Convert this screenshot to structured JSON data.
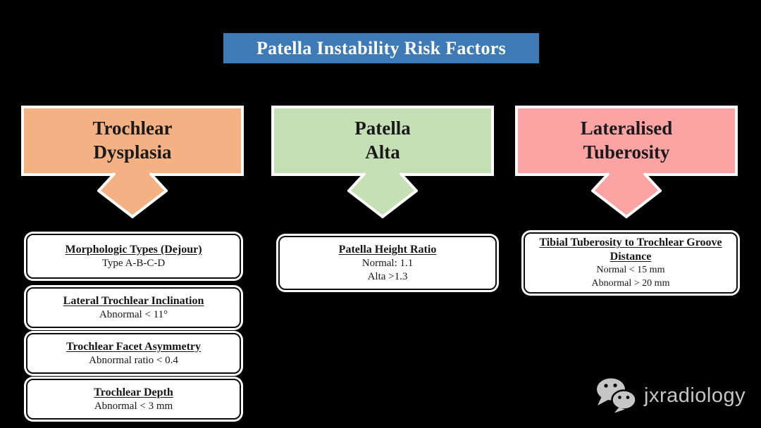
{
  "title": "Patella Instability Risk Factors",
  "colors": {
    "background": "#000000",
    "title_bg": "#3E7BB6",
    "trochlear_dysplasia": "#F4B183",
    "patella_alta": "#C5E0B4",
    "lateralised_tuberosity": "#FCA3A3",
    "watermark_gray": "#C6C6C6"
  },
  "columns": [
    {
      "header_lines": [
        "Trochlear",
        "Dysplasia"
      ],
      "color": "#F4B183",
      "items": [
        {
          "title": "Morphologic Types (Dejour)",
          "lines": [
            "Type A-B-C-D"
          ]
        },
        {
          "title": "Lateral Trochlear Inclination",
          "lines": [
            "Abnormal < 11°"
          ]
        },
        {
          "title": "Trochlear Facet Asymmetry",
          "lines": [
            "Abnormal ratio < 0.4"
          ]
        },
        {
          "title": "Trochlear Depth",
          "lines": [
            "Abnormal < 3 mm"
          ]
        }
      ]
    },
    {
      "header_lines": [
        "Patella",
        "Alta"
      ],
      "color": "#C5E0B4",
      "items": [
        {
          "title": "Patella Height Ratio",
          "lines": [
            "Normal: 1.1",
            "Alta >1.3"
          ]
        }
      ]
    },
    {
      "header_lines": [
        "Lateralised",
        "Tuberosity"
      ],
      "color": "#FCA3A3",
      "items": [
        {
          "title": "Tibial Tuberosity to Trochlear Groove Distance",
          "lines": [
            "Normal < 15 mm",
            "Abnormal > 20 mm"
          ]
        }
      ]
    }
  ],
  "watermark": {
    "label": "jxradiology",
    "icon": "wechat-icon"
  }
}
